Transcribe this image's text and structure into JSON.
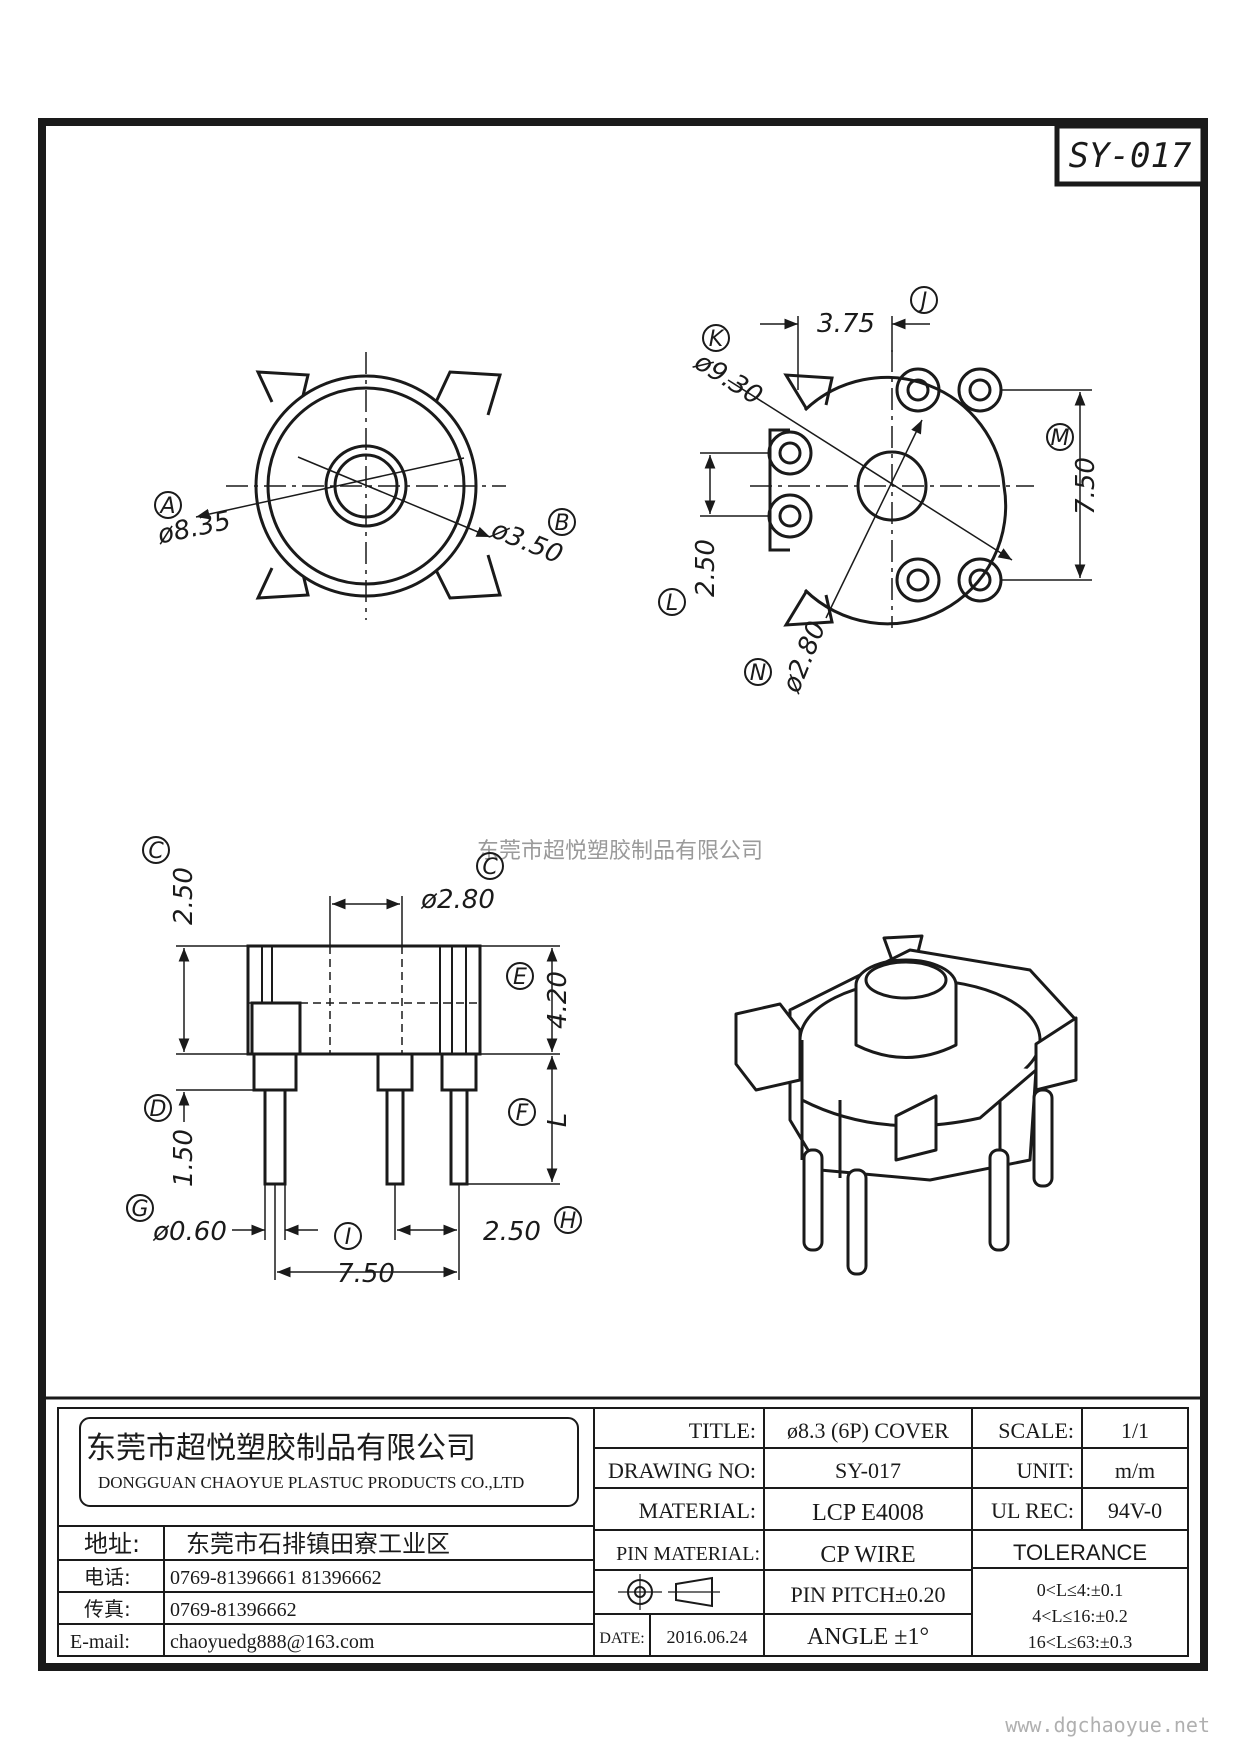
{
  "drawing_number": "SY-017",
  "watermark_text": "东莞市超悦塑胶制品有限公司",
  "website": "www.dgchaoyue.net",
  "top_view": {
    "callout_a": "A",
    "dim_a": "ø8.35",
    "callout_b": "B",
    "dim_b": "ø3.50"
  },
  "bottom_view": {
    "callout_j": "J",
    "dim_j": "3.75",
    "callout_k": "K",
    "dim_k": "ø9.30",
    "callout_m": "M",
    "dim_m": "7.50",
    "callout_l": "L",
    "dim_l": "2.50",
    "callout_n": "N",
    "dim_n": "ø2.80"
  },
  "side_view": {
    "callout_c1": "C",
    "dim_c1": "2.50",
    "callout_c2": "C",
    "dim_c2": "ø2.80",
    "callout_e": "E",
    "dim_e": "4.20",
    "callout_d": "D",
    "dim_d": "1.50",
    "callout_f": "F",
    "dim_f": "L",
    "callout_g": "G",
    "dim_g": "ø0.60",
    "callout_i": "I",
    "dim_i": "7.50",
    "callout_h": "H",
    "dim_h": "2.50"
  },
  "title_block": {
    "company_cn": "东莞市超悦塑胶制品有限公司",
    "company_en": "DONGGUAN CHAOYUE PLASTUC PRODUCTS CO.,LTD",
    "address_label": "地址:",
    "address": "东莞市石排镇田寮工业区",
    "phone_label": "电话:",
    "phone": "0769-81396661  81396662",
    "fax_label": "传真:",
    "fax": "0769-81396662",
    "email_label": "E-mail:",
    "email": "chaoyuedg888@163.com",
    "title_label": "TITLE:",
    "title": "ø8.3 (6P) COVER",
    "drawing_no_label": "DRAWING NO:",
    "drawing_no": "SY-017",
    "material_label": "MATERIAL:",
    "material": "LCP E4008",
    "pin_material_label": "PIN MATERIAL:",
    "pin_material": "CP WIRE",
    "pin_pitch": "PIN PITCH±0.20",
    "date_label": "DATE:",
    "date": "2016.06.24",
    "angle": "ANGLE  ±1°",
    "scale_label": "SCALE:",
    "scale": "1/1",
    "unit_label": "UNIT:",
    "unit": "m/m",
    "ul_rec_label": "UL REC:",
    "ul_rec": "94V-0",
    "tolerance_label": "TOLERANCE",
    "tolerance_rows": [
      "0<L≤4:±0.1",
      "4<L≤16:±0.2",
      "16<L≤63:±0.3"
    ]
  }
}
